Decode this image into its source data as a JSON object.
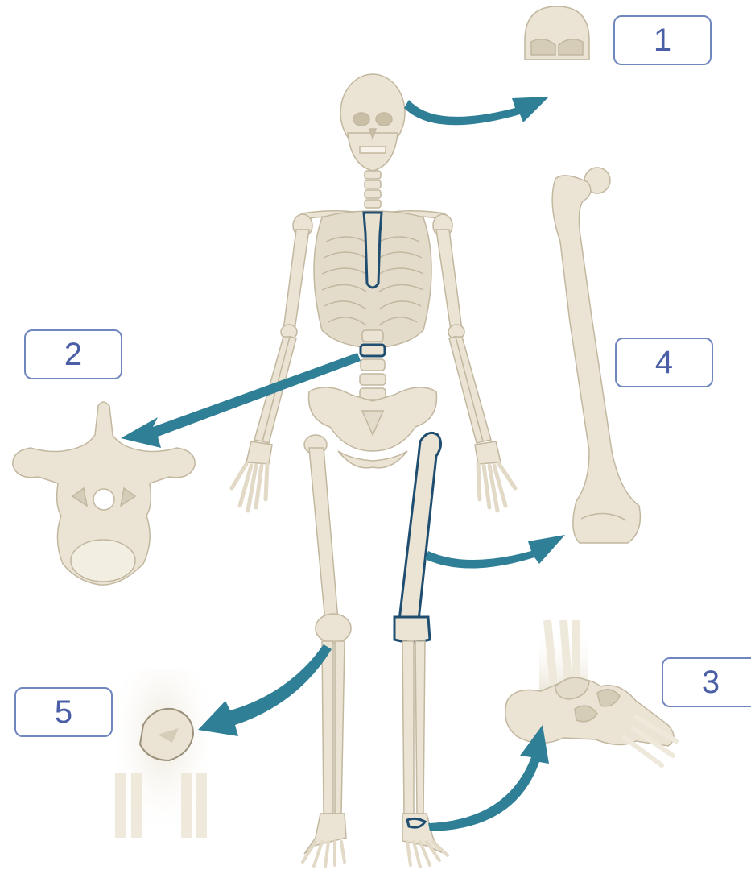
{
  "labels": [
    {
      "number": "1",
      "bone": "skull"
    },
    {
      "number": "2",
      "bone": "vertebra"
    },
    {
      "number": "3",
      "bone": "ankle-foot"
    },
    {
      "number": "4",
      "bone": "femur"
    },
    {
      "number": "5",
      "bone": "patella"
    }
  ],
  "colors": {
    "bone": "#ebe4d4",
    "bone_shadow": "#d6cdb8",
    "bone_outline": "#b7ab93",
    "arrow": "#2f7f96",
    "highlight": "#1f4e70",
    "label_border": "#6f86bf",
    "label_text": "#4a5fa6"
  }
}
